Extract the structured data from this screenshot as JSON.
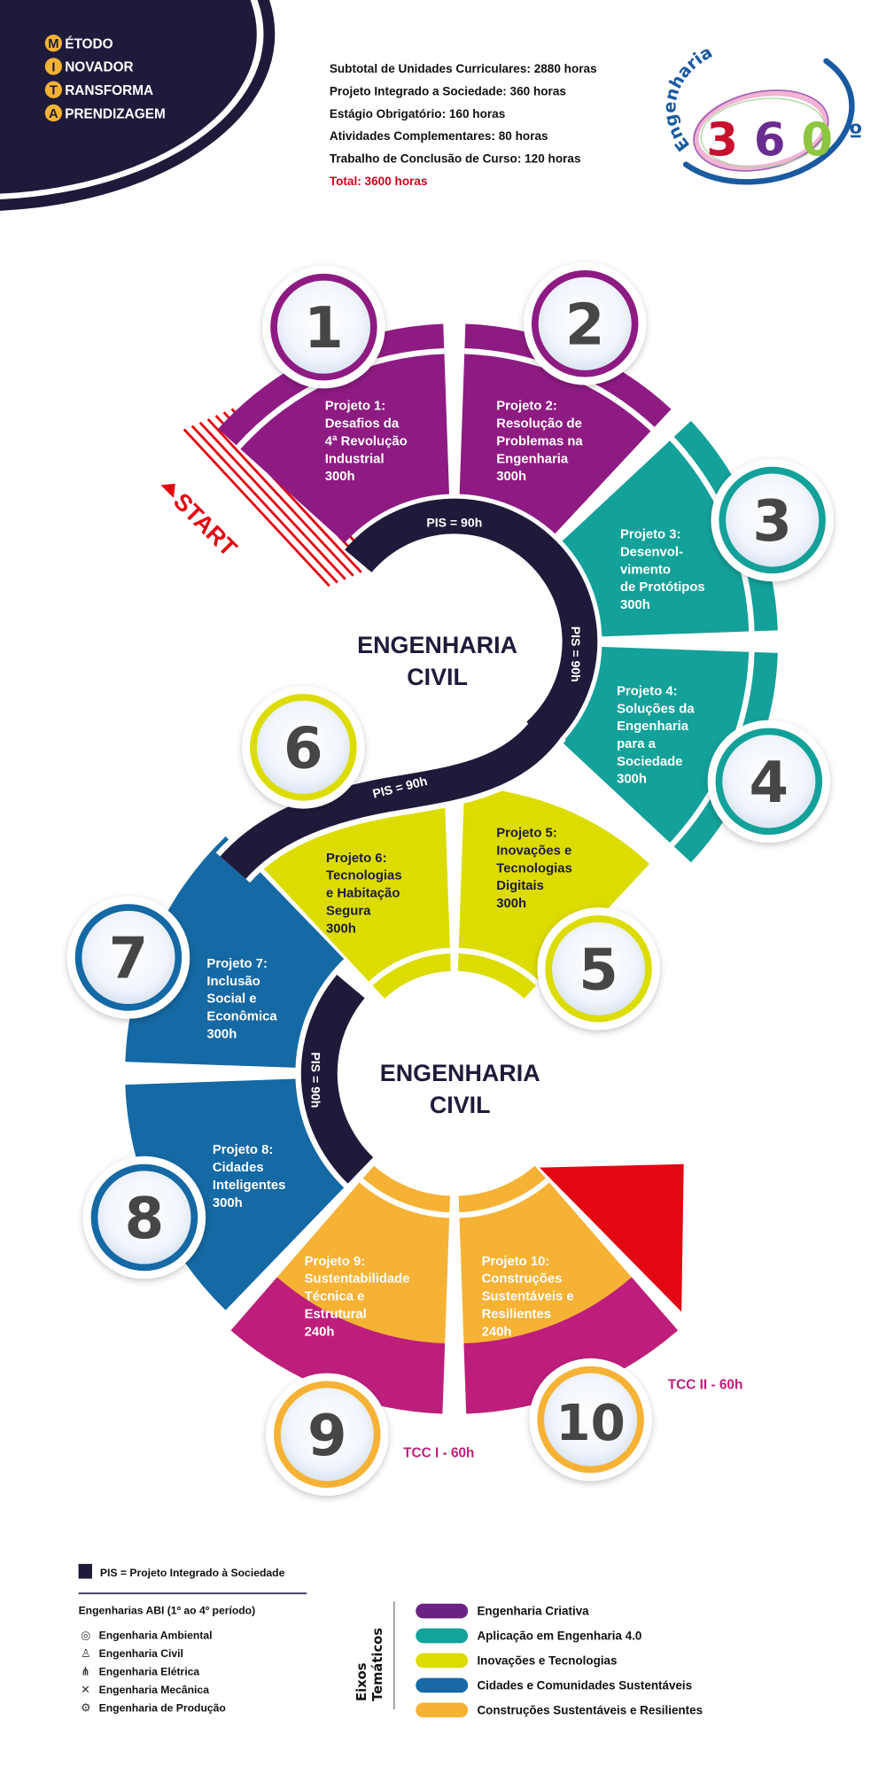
{
  "mita": [
    {
      "letter": "M",
      "rest": "ÉTODO"
    },
    {
      "letter": "I",
      "rest": "NOVADOR"
    },
    {
      "letter": "T",
      "rest": "RANSFORMA"
    },
    {
      "letter": "A",
      "rest": "PRENDIZAGEM"
    }
  ],
  "summary": {
    "lines": [
      "Subtotal de Unidades Curriculares: 2880 horas",
      "Projeto Integrado a Sociedade: 360 horas",
      "Estágio Obrigatório: 160 horas",
      "Atividades Complementares: 80 horas",
      "Trabalho de Conclusão de Curso: 120 horas"
    ],
    "total": "Total: 3600 horas"
  },
  "logo": {
    "word": "Engenharia",
    "digits": [
      "3",
      "6",
      "0"
    ],
    "degree": "º"
  },
  "course_title": [
    "ENGENHARIA",
    "CIVIL"
  ],
  "start_label": "START",
  "pis_labels": [
    "PIS = 90h",
    "PIS = 90h",
    "PIS = 90h",
    "PIS = 90h"
  ],
  "projects": [
    {
      "number": "1",
      "lines": [
        "Projeto 1:",
        "Desafios da",
        "4ª Revolução",
        "Industrial",
        "300h"
      ]
    },
    {
      "number": "2",
      "lines": [
        "Projeto 2:",
        "Resolução de",
        "Problemas na",
        "Engenharia",
        "300h"
      ]
    },
    {
      "number": "3",
      "lines": [
        "Projeto 3:",
        "Desenvol-",
        "vimento",
        "de Protótipos",
        "300h"
      ]
    },
    {
      "number": "4",
      "lines": [
        "Projeto 4:",
        "Soluções da",
        "Engenharia",
        "para a",
        "Sociedade",
        "300h"
      ]
    },
    {
      "number": "5",
      "lines": [
        "Projeto 5:",
        "Inovações e",
        "Tecnologias",
        "Digitais",
        "300h"
      ]
    },
    {
      "number": "6",
      "lines": [
        "Projeto 6:",
        "Tecnologias",
        "e Habitação",
        "Segura",
        "300h"
      ]
    },
    {
      "number": "7",
      "lines": [
        "Projeto 7:",
        "Inclusão",
        "Social e",
        "Econômica",
        "300h"
      ]
    },
    {
      "number": "8",
      "lines": [
        "Projeto 8:",
        "Cidades",
        "Inteligentes",
        "300h"
      ]
    },
    {
      "number": "9",
      "lines": [
        "Projeto 9:",
        "Sustentabilidade",
        "Técnica e",
        "Estrutural",
        "240h"
      ]
    },
    {
      "number": "10",
      "lines": [
        "Projeto 10:",
        "Construções",
        "Sustentáveis e",
        "Resilientes",
        "240h"
      ]
    }
  ],
  "tcc": [
    "TCC I - 60h",
    "TCC II - 60h"
  ],
  "legend": {
    "pis": "PIS = Projeto Integrado à Sociedade",
    "abi_title": "Engenharias ABI (1º ao 4º período)",
    "abi_items": [
      {
        "icon": "globe-icon",
        "label": "Engenharia Ambiental"
      },
      {
        "icon": "worker-icon",
        "label": "Engenharia Civil"
      },
      {
        "icon": "circuit-icon",
        "label": "Engenharia Elétrica"
      },
      {
        "icon": "tools-icon",
        "label": "Engenharia Mecânica"
      },
      {
        "icon": "gears-icon",
        "label": "Engenharia de Produção"
      }
    ],
    "axes_title": [
      "Eixos",
      "Temáticos"
    ],
    "axes": [
      {
        "label": "Engenharia Criativa",
        "color": "#6a2383"
      },
      {
        "label": "Aplicação em Engenharia 4.0",
        "color": "#13a39b"
      },
      {
        "label": "Inovações e Tecnologias",
        "color": "#dcdc00"
      },
      {
        "label": "Cidades e Comunidades Sustentáveis",
        "color": "#1669a5"
      },
      {
        "label": "Construções Sustentáveis e Resilientes",
        "color": "#f6b235"
      }
    ]
  },
  "colors": {
    "dark": "#1e1b3a",
    "purple": "#8e1b82",
    "teal": "#13a19a",
    "yellow": "#dcdc00",
    "blue": "#1569a4",
    "orange": "#f6b235",
    "magenta": "#bd1e7c",
    "red": "#e30613",
    "number": "#464646"
  }
}
